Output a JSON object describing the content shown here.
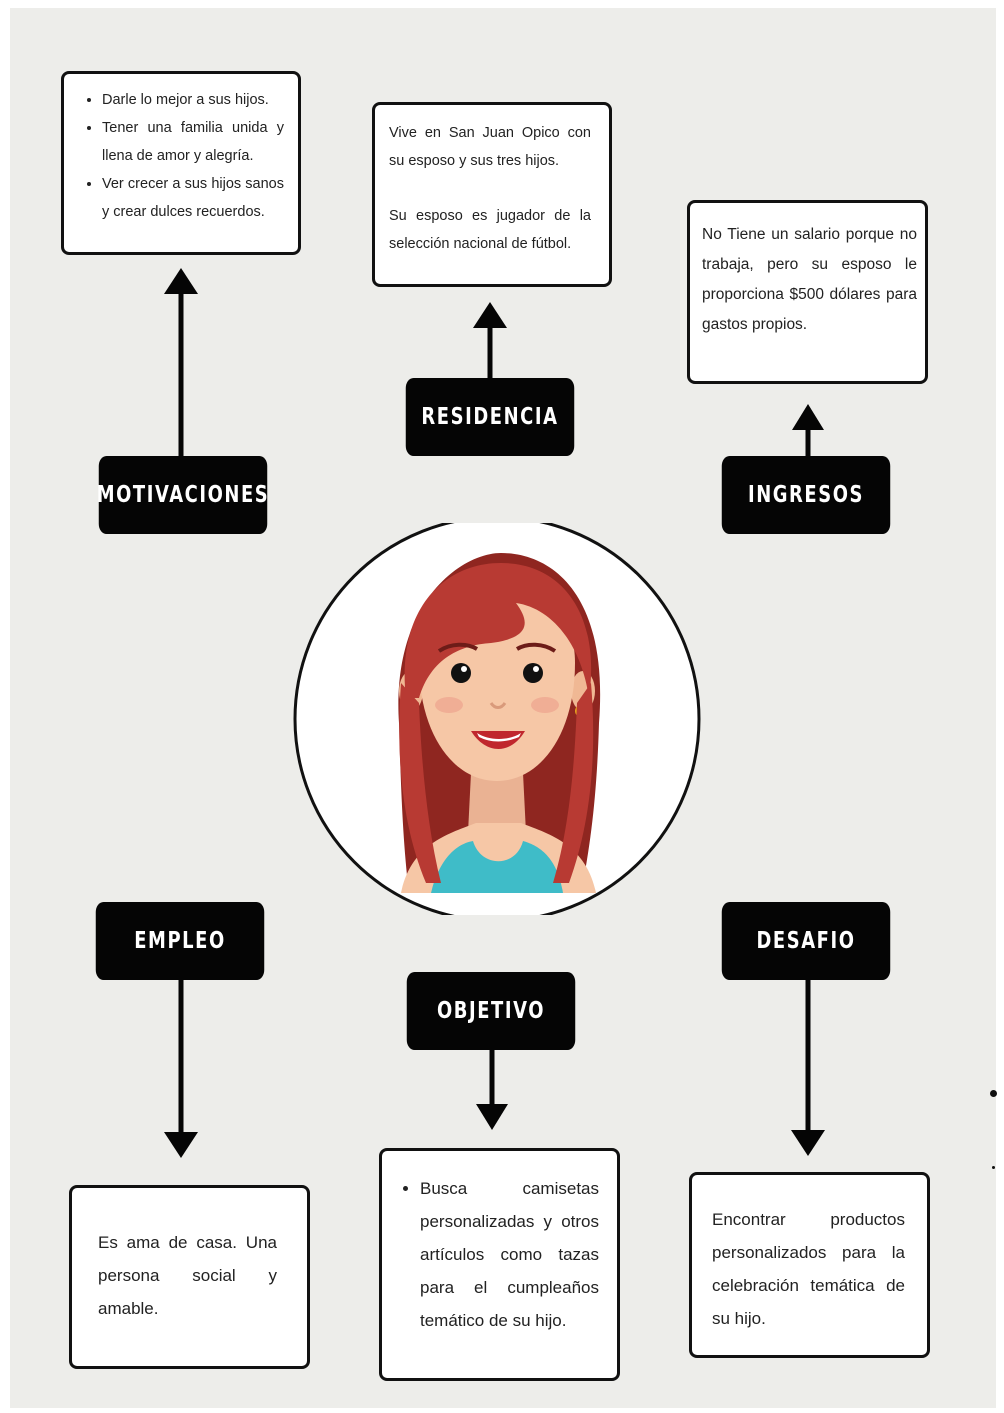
{
  "labels": {
    "motivaciones": "MOTIVACIONES",
    "residencia": "RESIDENCIA",
    "ingresos": "INGRESOS",
    "empleo": "EMPLEO",
    "objetivo": "OBJETIVO",
    "desafio": "DESAFIO"
  },
  "motivaciones": {
    "items": [
      "Darle lo mejor a sus hijos.",
      "Tener una familia unida y llena de amor y alegría.",
      "Ver crecer a sus hijos sanos y crear dulces recuerdos."
    ]
  },
  "residencia": {
    "p1": "Vive en San Juan Opico con su esposo y sus tres hijos.",
    "p2": "Su esposo es jugador de la selección nacional de fútbol."
  },
  "ingresos": {
    "text": "No Tiene un salario porque no trabaja, pero su esposo le proporciona $500 dólares para gastos propios."
  },
  "empleo": {
    "text": "Es ama de casa. Una persona social y amable."
  },
  "objetivo": {
    "items": [
      "Busca camisetas personalizadas y otros artículos como tazas para el cumpleaños temático de su hijo."
    ]
  },
  "desafio": {
    "text": "Encontrar productos personalizados para la celebración temática de su hijo."
  },
  "colors": {
    "background": "#ededea",
    "label_bg": "#050505",
    "hair": "#b83a33",
    "skin": "#f6c7a6",
    "top": "#3fbcc8"
  }
}
